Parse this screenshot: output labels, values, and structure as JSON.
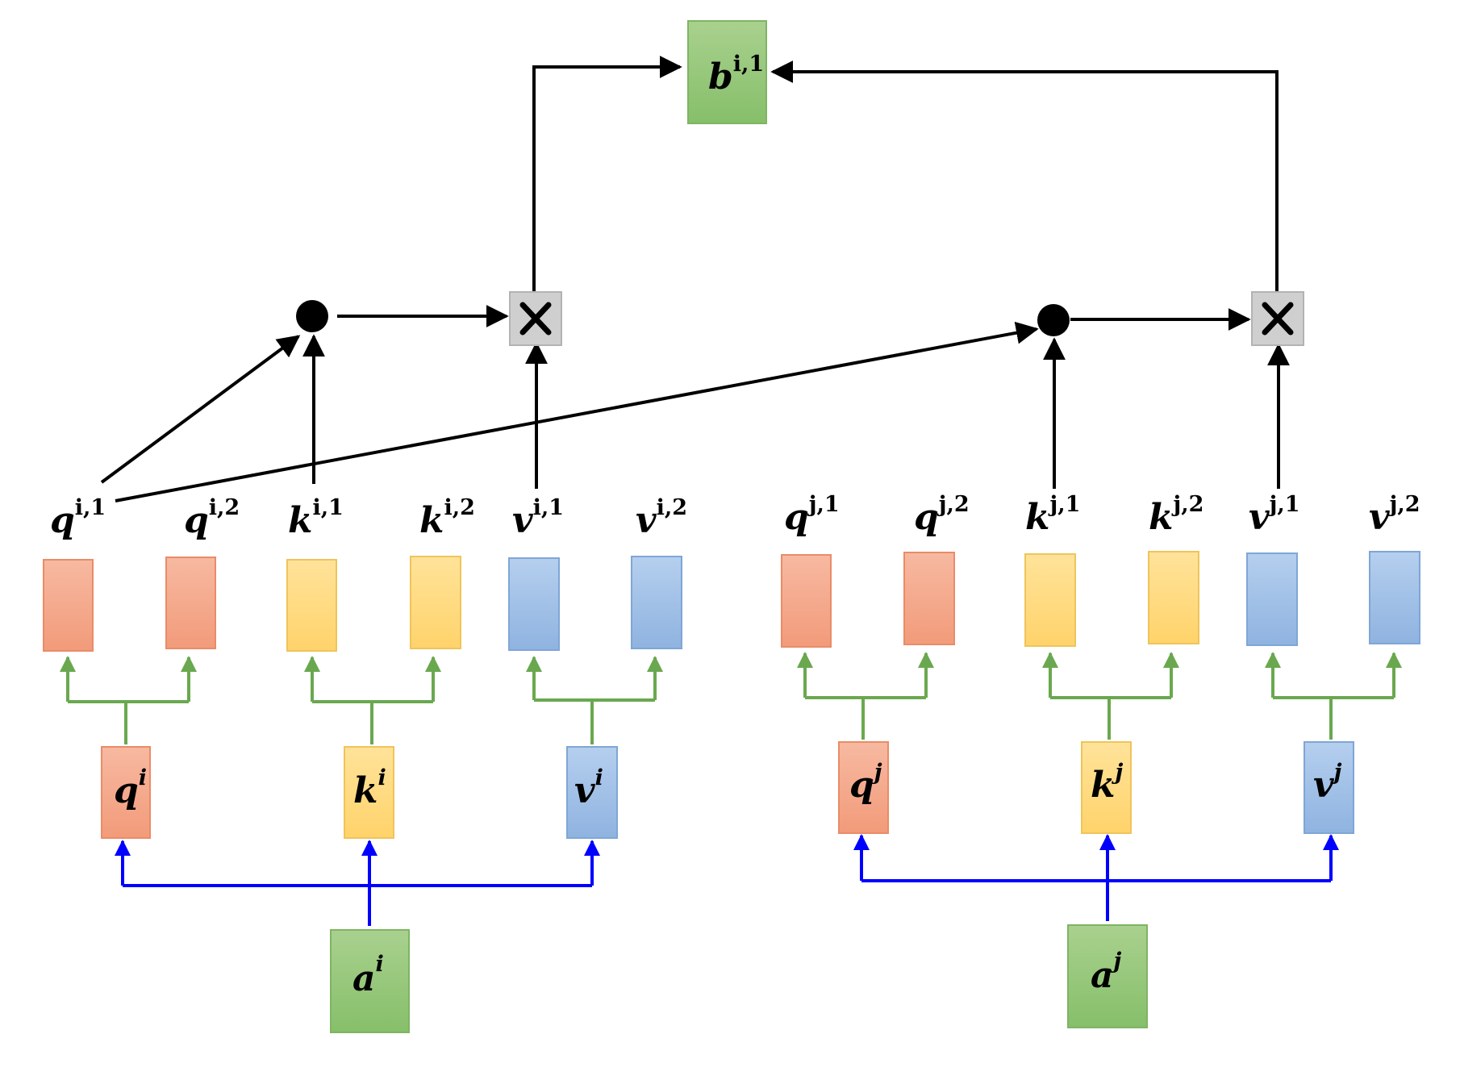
{
  "colors": {
    "q": "#f4a582",
    "k": "#ffd97a",
    "v": "#9dc0e6",
    "a": "#93c47d",
    "b": "#93c47d",
    "mul": "#cfcfcf",
    "split_edges": "#6aa84f",
    "input_edges": "#0000ff",
    "flow_edges": "#000000"
  },
  "icons": {
    "dot": "dot-product-icon",
    "mul": "multiply-icon"
  },
  "nodes": {
    "b": {
      "base": "b",
      "sup": "i,1"
    },
    "a_i": {
      "base": "a",
      "sup": "i"
    },
    "a_j": {
      "base": "a",
      "sup": "j"
    },
    "q_i": {
      "base": "q",
      "sup": "i"
    },
    "k_i": {
      "base": "k",
      "sup": "i"
    },
    "v_i": {
      "base": "v",
      "sup": "i"
    },
    "q_j": {
      "base": "q",
      "sup": "j"
    },
    "k_j": {
      "base": "k",
      "sup": "j"
    },
    "v_j": {
      "base": "v",
      "sup": "j"
    },
    "q_i1": {
      "base": "q",
      "sup": "i,1"
    },
    "q_i2": {
      "base": "q",
      "sup": "i,2"
    },
    "k_i1": {
      "base": "k",
      "sup": "i,1"
    },
    "k_i2": {
      "base": "k",
      "sup": "i,2"
    },
    "v_i1": {
      "base": "v",
      "sup": "i,1"
    },
    "v_i2": {
      "base": "v",
      "sup": "i,2"
    },
    "q_j1": {
      "base": "q",
      "sup": "j,1"
    },
    "q_j2": {
      "base": "q",
      "sup": "j,2"
    },
    "k_j1": {
      "base": "k",
      "sup": "j,1"
    },
    "k_j2": {
      "base": "k",
      "sup": "j,2"
    },
    "v_j1": {
      "base": "v",
      "sup": "j,1"
    },
    "v_j2": {
      "base": "v",
      "sup": "j,2"
    }
  }
}
